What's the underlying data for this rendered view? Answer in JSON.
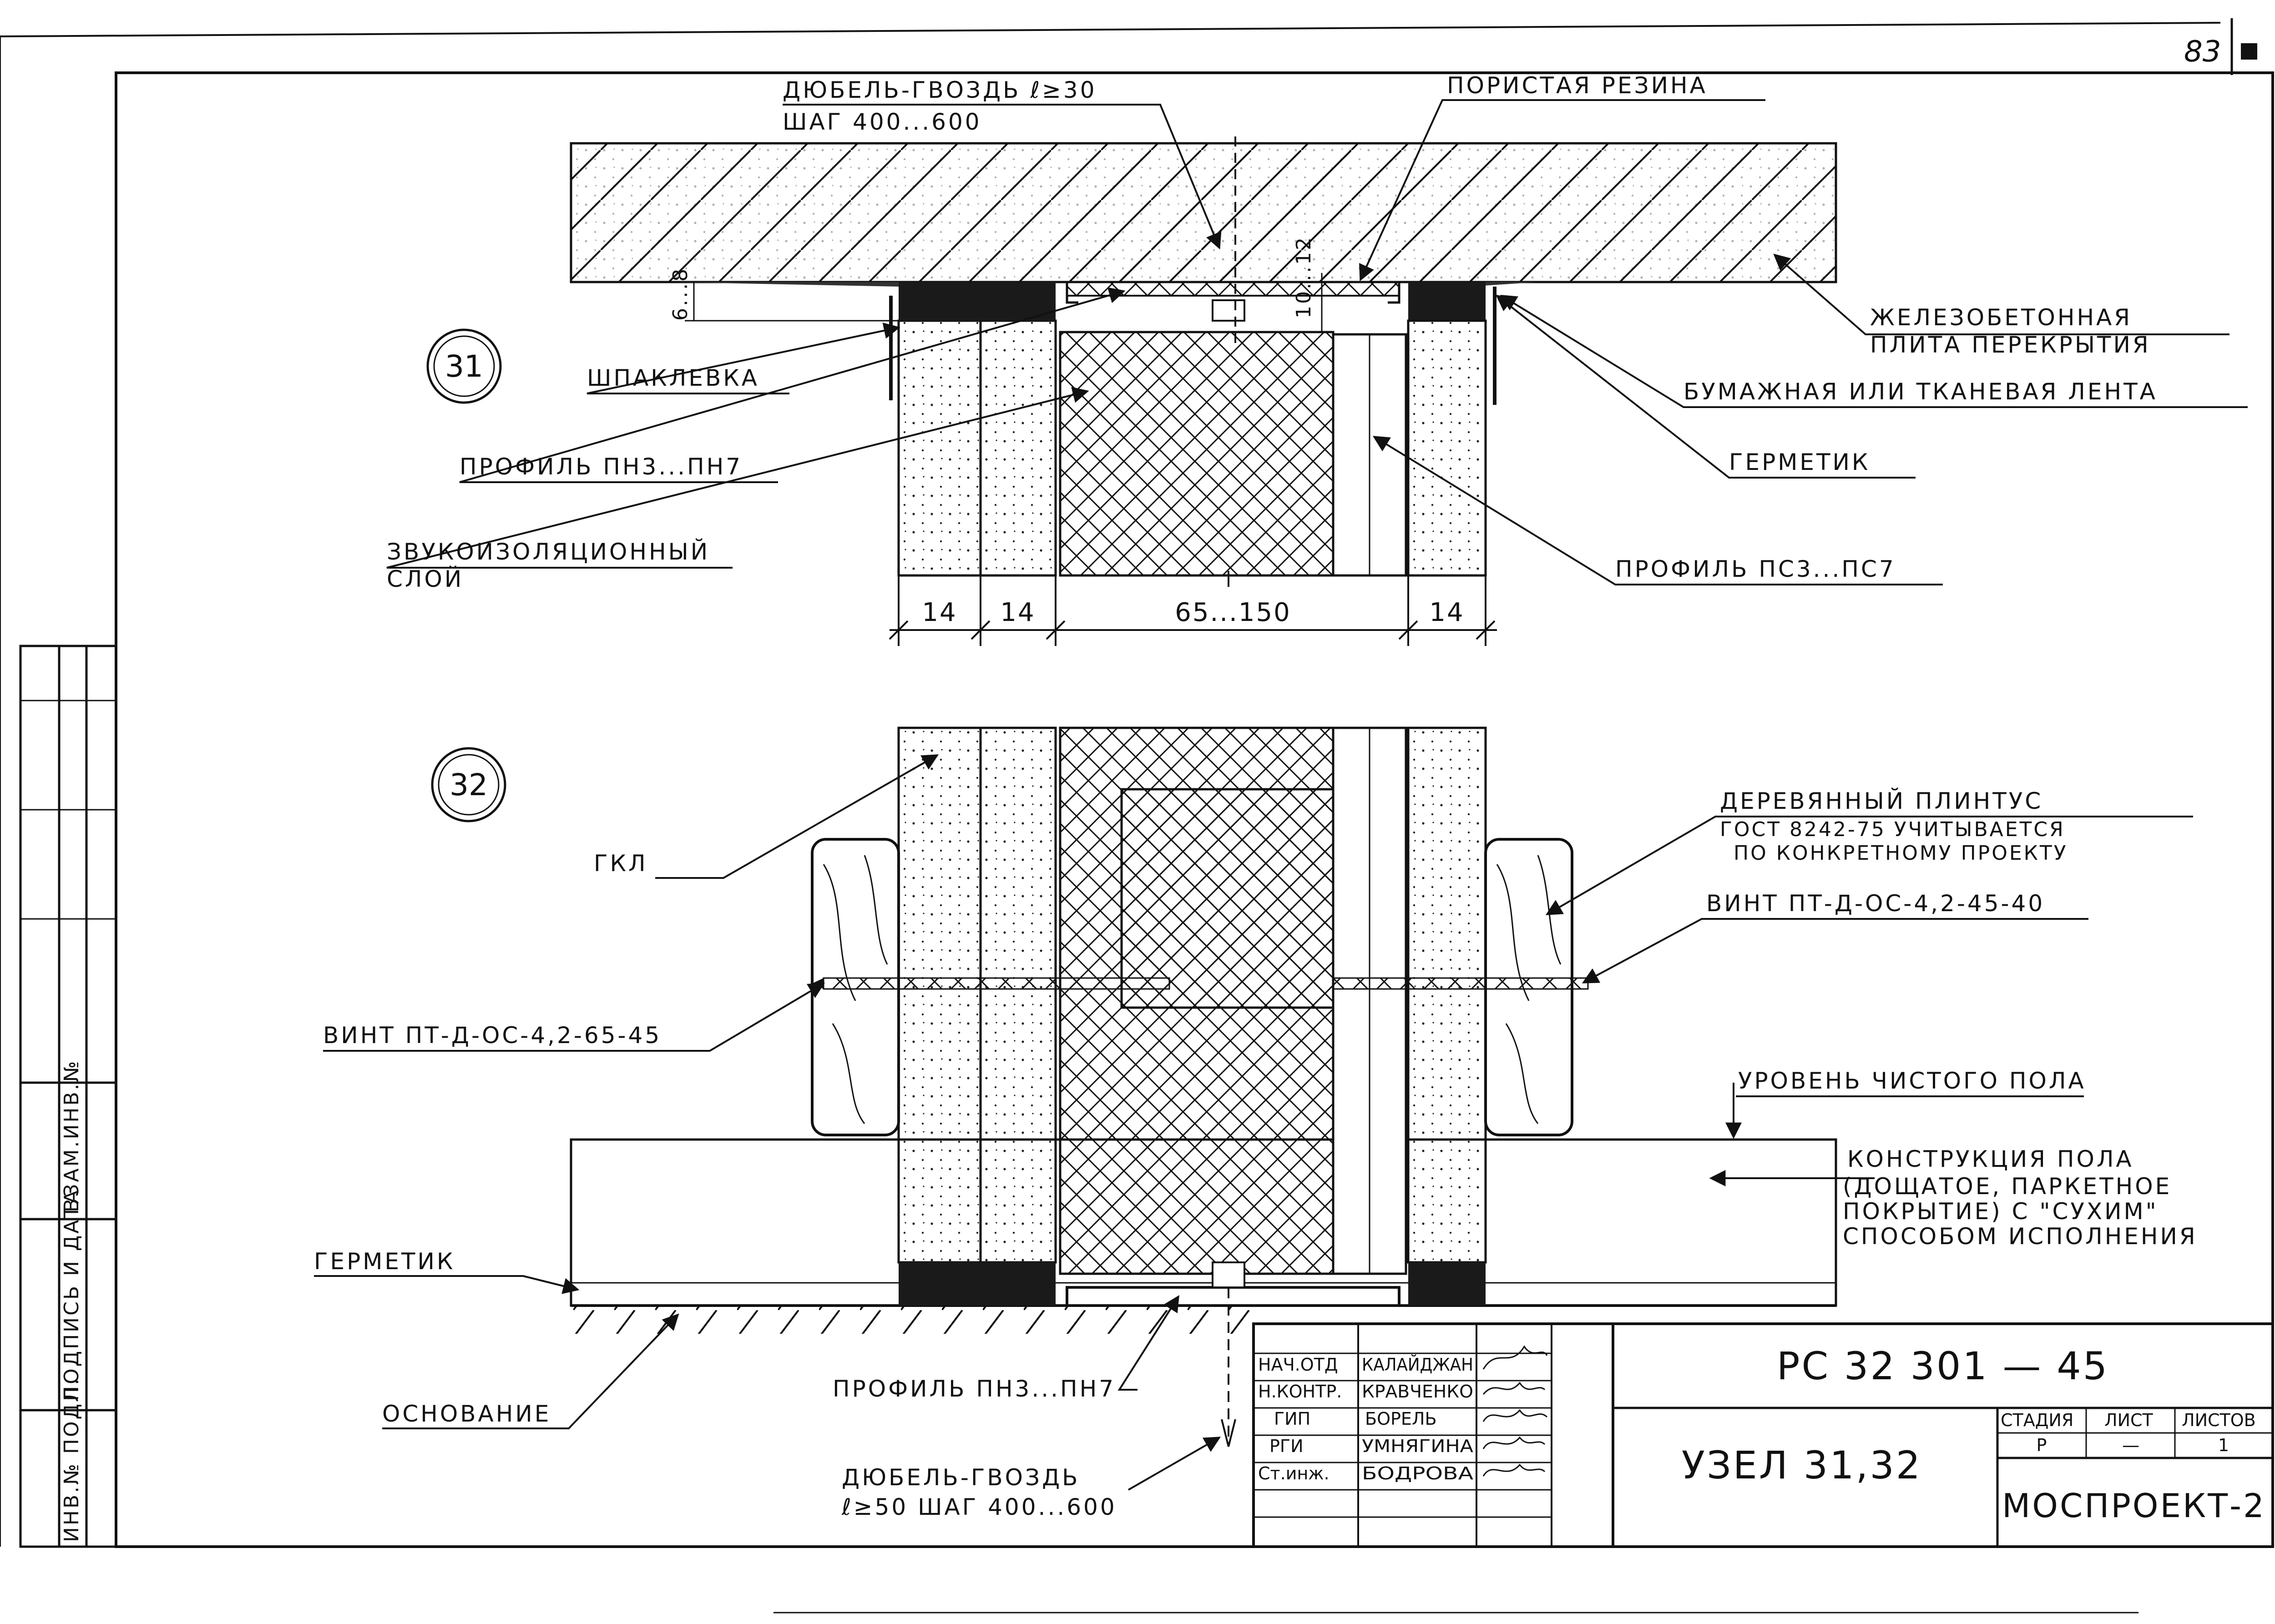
{
  "page_number": "83",
  "details": {
    "d31": {
      "marker": "31",
      "labels": {
        "dowel_top_line1": "ДЮБЕЛЬ-ГВОЗДЬ ℓ≥30",
        "dowel_top_line2": "ШАГ 400...600",
        "porous_rubber": "ПОРИСТАЯ РЕЗИНА",
        "slab_line1": "ЖЕЛЕЗОБЕТОННАЯ",
        "slab_line2": "ПЛИТА ПЕРЕКРЫТИЯ",
        "putty": "ШПАКЛЕВКА",
        "tape": "БУМАЖНАЯ ИЛИ ТКАНЕВАЯ ЛЕНТА",
        "profile_pn": "ПРОФИЛЬ ПН3...ПН7",
        "sealant": "ГЕРМЕТИК",
        "sound_line1": "ЗВУКОИЗОЛЯЦИОННЫЙ",
        "sound_line2": "СЛОЙ",
        "profile_ps": "ПРОФИЛЬ ПС3...ПС7"
      },
      "dims": {
        "gap": "6...8",
        "profile_depth": "10...12",
        "w1": "14",
        "w2": "14",
        "core": "65...150",
        "w3": "14"
      }
    },
    "d32": {
      "marker": "32",
      "labels": {
        "gkl": "ГКЛ",
        "skirting_line1": "ДЕРЕВЯННЫЙ ПЛИНТУС",
        "skirting_line2": "ГОСТ 8242-75 УЧИТЫВАЕТСЯ",
        "skirting_line3": "ПО КОНКРЕТНОМУ ПРОЕКТУ",
        "screw_right": "ВИНТ ПТ-Д-ОС-4,2-45-40",
        "screw_left": "ВИНТ ПТ-Д-ОС-4,2-65-45",
        "floor_level": "УРОВЕНЬ ЧИСТОГО ПОЛА",
        "floor_line1": "КОНСТРУКЦИЯ ПОЛА",
        "floor_line2": "(ДОЩАТОЕ, ПАРКЕТНОЕ",
        "floor_line3": "ПОКРЫТИЕ) С \"СУХИМ\"",
        "floor_line4": "СПОСОБОМ ИСПОЛНЕНИЯ",
        "sealant": "ГЕРМЕТИК",
        "base": "ОСНОВАНИЕ",
        "profile_pn": "ПРОФИЛЬ ПН3...ПН7",
        "dowel_line1": "ДЮБЕЛЬ-ГВОЗДЬ",
        "dowel_line2": "ℓ≥50  ШАГ 400...600"
      }
    }
  },
  "title_block": {
    "roles": [
      "НАЧ.ОТД",
      "Н.КОНТР.",
      "ГИП",
      "РГИ",
      "Ст.инж."
    ],
    "names": [
      "КАЛАЙДЖАН",
      "КРАВЧЕНКО",
      "БОРЕЛЬ",
      "УМНЯГИНА",
      "БОДРОВА"
    ],
    "code": "РС 32 301 — 45",
    "title": "УЗЕЛ  31,32",
    "stage_header": "СТАДИЯ",
    "sheet_header": "ЛИСТ",
    "sheets_header": "ЛИСТОВ",
    "stage": "Р",
    "sheet": "—",
    "sheets": "1",
    "org": "МОСПРОЕКТ-2"
  },
  "side_stamp": [
    "ИНВ.№ ПОДЛ.",
    "ПОДПИСЬ И ДАТА",
    "ВЗАМ.ИНВ.№"
  ]
}
